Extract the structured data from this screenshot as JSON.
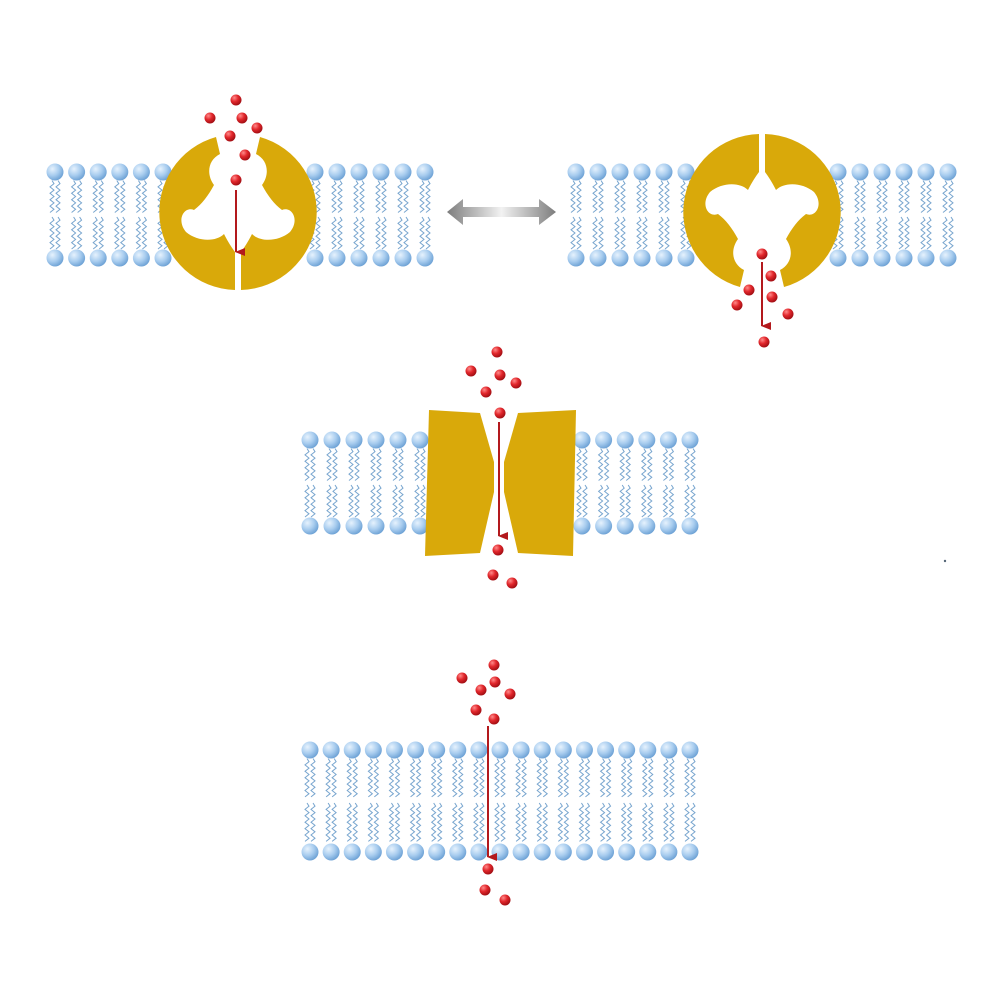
{
  "colors": {
    "background": "#ffffff",
    "lipid_head": "#a9cdef",
    "lipid_head_shade": "#6fa3d6",
    "lipid_tail": "#79a6cf",
    "protein": "#d9a90a",
    "solute": "#e2272c",
    "arrow": "#b3191d",
    "equilibrium_arrow": "#a8a8a8"
  },
  "icons": {
    "solute": "red-molecule-icon",
    "membrane": "phospholipid-bilayer",
    "carrier": "carrier-protein",
    "channel": "channel-protein",
    "equilibrium": "double-headed-arrow-icon"
  },
  "panels": [
    {
      "id": "carrier-open-outside",
      "kind": "carrier-protein",
      "state": "open to top",
      "solutes_above": 5,
      "solutes_below": 0
    },
    {
      "id": "carrier-open-inside",
      "kind": "carrier-protein",
      "state": "open to bottom",
      "solutes_above": 0,
      "solutes_below": 6
    },
    {
      "id": "channel",
      "kind": "channel-protein",
      "state": "open pore",
      "solutes_above": 6,
      "solutes_below": 3
    },
    {
      "id": "simple-diffusion",
      "kind": "bare bilayer",
      "state": "direct passage",
      "solutes_above": 6,
      "solutes_below": 3
    }
  ],
  "equilibrium": {
    "between": [
      "carrier-open-outside",
      "carrier-open-inside"
    ],
    "direction": "both"
  }
}
